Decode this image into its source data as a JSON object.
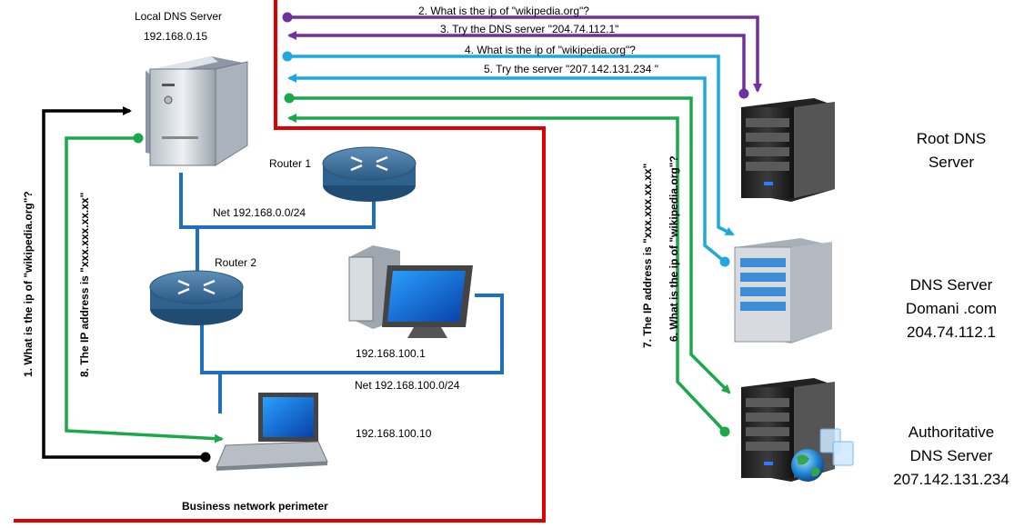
{
  "local_dns": {
    "title": "Local DNS Server",
    "ip": "192.168.0.15"
  },
  "router1": {
    "label": "Router 1"
  },
  "router2": {
    "label": "Router 2"
  },
  "net1": {
    "label": "Net 192.168.0.0/24"
  },
  "net2": {
    "label": "Net 192.168.100.0/24"
  },
  "desktop": {
    "ip": "192.168.100.1"
  },
  "laptop": {
    "ip": "192.168.100.10"
  },
  "perimeter": {
    "label": "Business network perimeter"
  },
  "root_dns": {
    "line1": "Root DNS",
    "line2": "Server"
  },
  "domain_dns": {
    "line1": "DNS Server",
    "line2": "Domani .com",
    "line3": "204.74.112.1"
  },
  "auth_dns": {
    "line1": "Authoritative",
    "line2": "DNS Server",
    "line3": "207.142.131.234"
  },
  "steps": {
    "s1": "1. What is the ip of \"wikipedia.org\"?",
    "s2": "2. What is the ip of \"wikipedia.org\"?",
    "s3": "3. Try the DNS server \"204.74.112.1\"",
    "s4": "4. What is the ip of \"wikipedia.org\"?",
    "s5": "5. Try the server \"207.142.131.234 \"",
    "s6": "6. What is the ip of \"wikipedia.org\"?",
    "s7": "7. The IP address is \"xxx.xxx.xx.xx\"",
    "s8": "8. The IP address is \"xxx.xxx.xx.xx\""
  },
  "colors": {
    "perimeter": "#e00000",
    "query_local": "#000000",
    "root_exchange": "#7030a0",
    "domain_exchange": "#1fa8e0",
    "auth_exchange": "#1aa84a",
    "network_link": "#1e6fc0"
  },
  "icons": [
    "server-icon",
    "router-icon",
    "desktop-computer-icon",
    "laptop-icon",
    "globe-icon"
  ]
}
